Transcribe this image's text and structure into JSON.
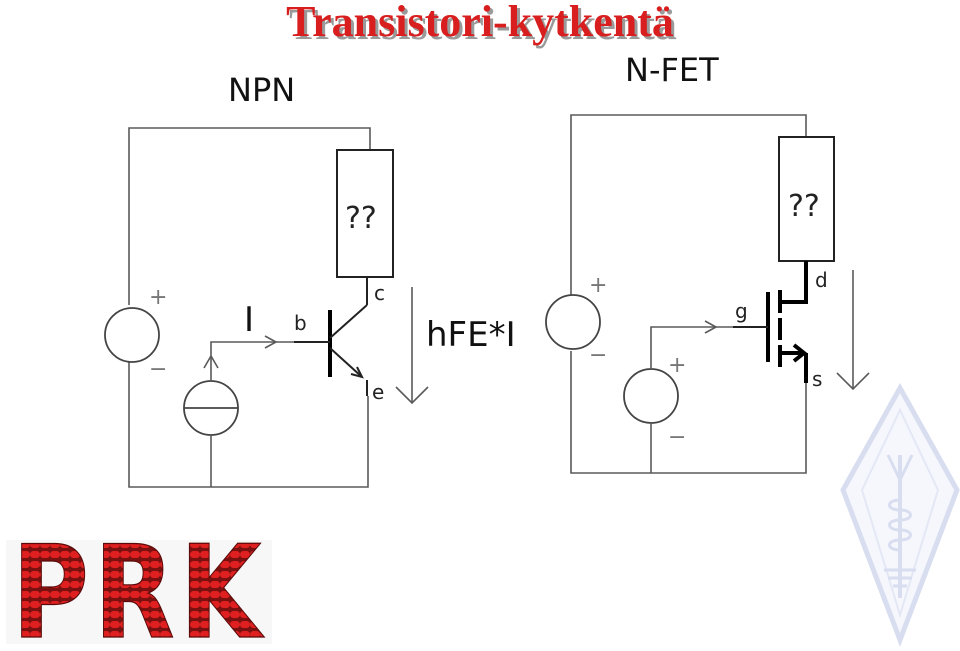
{
  "title": "Transistori-kytkentä",
  "npn": {
    "heading": "NPN",
    "load_label": "??",
    "current_label": "I",
    "base_label": "b",
    "collector_label": "c",
    "emitter_label": "e",
    "collector_current_label": "hFE*I",
    "plus": "+",
    "minus": "−"
  },
  "nfet": {
    "heading": "N-FET",
    "load_label": "??",
    "gate_label": "g",
    "drain_label": "d",
    "source_label": "s",
    "plus": "+",
    "minus": "−"
  },
  "logo": {
    "text": "PRK",
    "color": "#d81e1e"
  }
}
